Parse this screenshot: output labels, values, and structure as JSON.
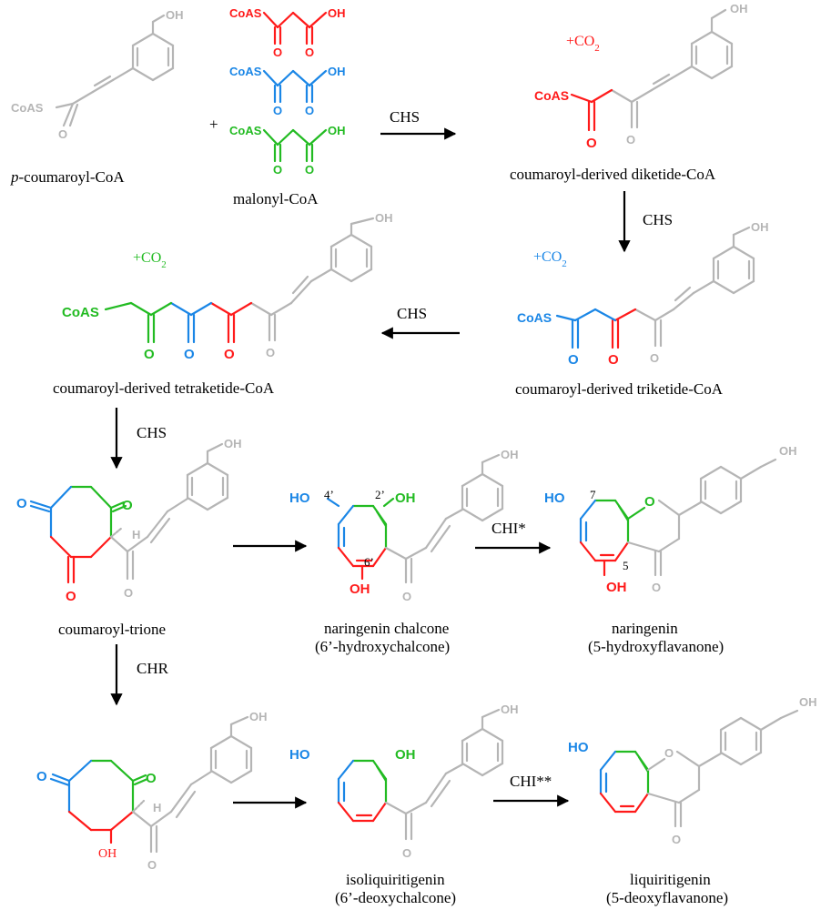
{
  "colors": {
    "core": "#b5b5b5",
    "malonyl_1": "#ff1a1a",
    "malonyl_2": "#1a86e6",
    "malonyl_3": "#22bb22",
    "text": "#000000"
  },
  "atoms": {
    "coas": "CoAS",
    "o": "O",
    "oh": "OH",
    "ho": "HO",
    "h": "H"
  },
  "co2": {
    "prefix": "+CO",
    "sub": "2"
  },
  "compounds": {
    "p_coumaroyl_coa": {
      "prefix": "p",
      "rest": "-coumaroyl-CoA"
    },
    "malonyl_coa": "malonyl-CoA",
    "diketide": "coumaroyl-derived diketide-CoA",
    "triketide": "coumaroyl-derived triketide-CoA",
    "tetraketide": "coumaroyl-derived tetraketide-CoA",
    "trione": "coumaroyl-trione",
    "naringenin_chalcone": {
      "name": "naringenin chalcone",
      "alt": "(6’-hydroxychalcone)"
    },
    "naringenin": {
      "name": "naringenin",
      "alt": "(5-hydroxyflavanone)"
    },
    "isoliquiritigenin": {
      "name": "isoliquiritigenin",
      "alt": "(6’-deoxychalcone)"
    },
    "liquiritigenin": {
      "name": "liquiritigenin",
      "alt": "(5-deoxyflavanone)"
    }
  },
  "plus": "+",
  "enzymes": {
    "chs": "CHS",
    "chr": "CHR",
    "chi_1": "CHI*",
    "chi_2": "CHI**"
  },
  "positions": {
    "p4": "4’",
    "p2": "2’",
    "p6": "6’",
    "p7": "7",
    "p5": "5"
  }
}
